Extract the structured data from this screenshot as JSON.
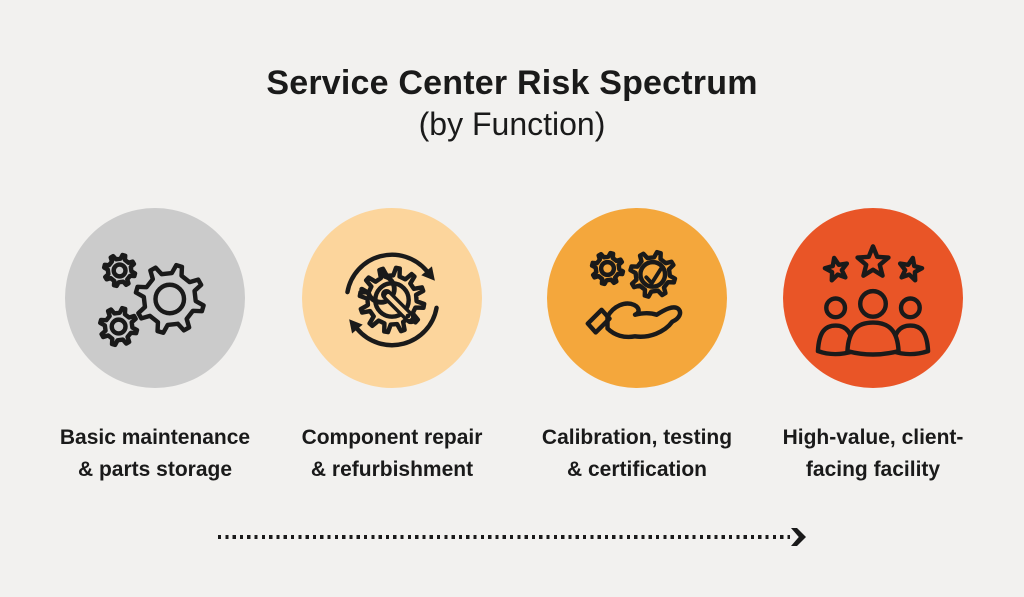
{
  "title": {
    "line1": "Service Center Risk Spectrum",
    "line2": "(by Function)"
  },
  "stages": [
    {
      "icon": "gears-icon",
      "circle_color": "#cbcbcb",
      "lines": [
        "Basic maintenance",
        "& parts storage"
      ]
    },
    {
      "icon": "repair-cycle-icon",
      "circle_color": "#fcd59c",
      "lines": [
        "Component repair",
        "& refurbishment"
      ]
    },
    {
      "icon": "hand-gears-check-icon",
      "circle_color": "#f4a73c",
      "lines": [
        "Calibration, testing",
        "& certification"
      ]
    },
    {
      "icon": "team-stars-icon",
      "circle_color": "#e95527",
      "lines": [
        "High-value, client-",
        "facing facility"
      ]
    }
  ],
  "arrow": {
    "direction": "right",
    "style": "dotted",
    "color": "#1a1a1a"
  },
  "colors": {
    "background": "#f2f1ef",
    "ink": "#1a1a1a"
  }
}
